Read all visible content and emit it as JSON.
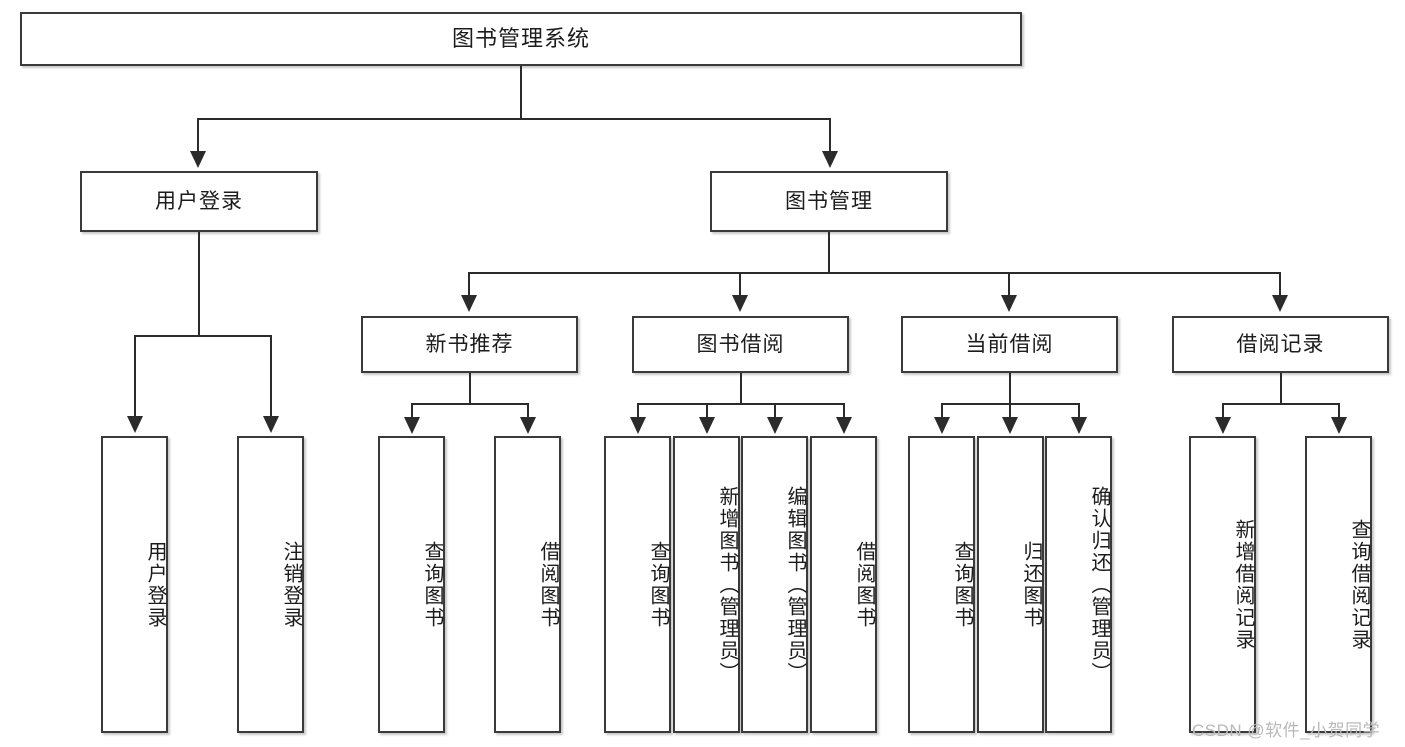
{
  "diagram": {
    "title": "图书管理系统",
    "watermark": "CSDN @软件_小贺同学",
    "root": {
      "label": "图书管理系统"
    },
    "level1": [
      {
        "id": "user-login",
        "label": "用户登录"
      },
      {
        "id": "book-management",
        "label": "图书管理"
      }
    ],
    "level2": [
      {
        "id": "new-book-recommend",
        "label": "新书推荐"
      },
      {
        "id": "book-borrow",
        "label": "图书借阅"
      },
      {
        "id": "current-borrow",
        "label": "当前借阅"
      },
      {
        "id": "borrow-record",
        "label": "借阅记录"
      }
    ],
    "leaves": {
      "user_login": [
        {
          "id": "leaf-user-login",
          "label": "用户登录"
        },
        {
          "id": "leaf-logout-login",
          "label": "注销登录"
        }
      ],
      "new_book_recommend": [
        {
          "id": "leaf-query-book-1",
          "label": "查询图书"
        },
        {
          "id": "leaf-borrow-book-1",
          "label": "借阅图书"
        }
      ],
      "book_borrow": [
        {
          "id": "leaf-query-book-2",
          "label": "查询图书"
        },
        {
          "id": "leaf-add-book",
          "label": "新增图书（管理员）"
        },
        {
          "id": "leaf-edit-book",
          "label": "编辑图书（管理员）"
        },
        {
          "id": "leaf-borrow-book-2",
          "label": "借阅图书"
        }
      ],
      "current_borrow": [
        {
          "id": "leaf-query-book-3",
          "label": "查询图书"
        },
        {
          "id": "leaf-return-book",
          "label": "归还图书"
        },
        {
          "id": "leaf-confirm-return",
          "label": "确认归还（管理员）"
        }
      ],
      "borrow_record": [
        {
          "id": "leaf-add-record",
          "label": "新增借阅记录"
        },
        {
          "id": "leaf-query-record",
          "label": "查询借阅记录"
        }
      ]
    }
  }
}
